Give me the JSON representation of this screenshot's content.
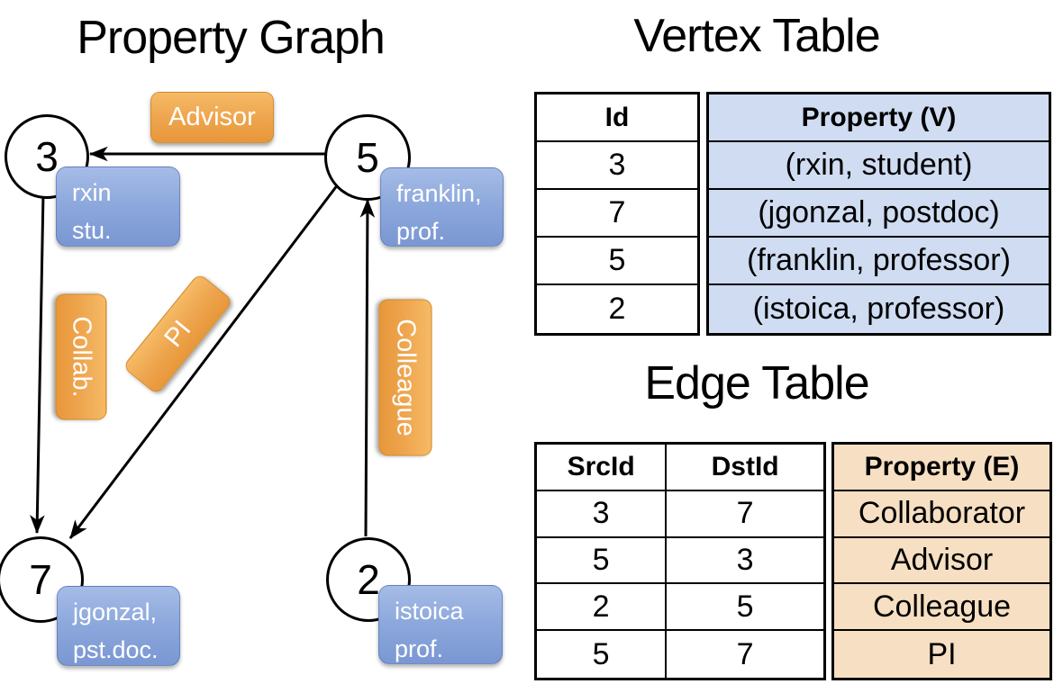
{
  "colors": {
    "edge_label_orange": "#eda44c",
    "vertex_property_blue": "#8ba7db",
    "vertex_table_fill": "#cfdcf1",
    "edge_table_fill": "#f6dfc2",
    "line_black": "#000000"
  },
  "graph": {
    "title": "Property Graph",
    "nodes": [
      {
        "id": "3",
        "property": "rxin\nstu."
      },
      {
        "id": "5",
        "property": "franklin,\nprof."
      },
      {
        "id": "7",
        "property": "jgonzal,\npst.doc."
      },
      {
        "id": "2",
        "property": "istoica\nprof."
      }
    ],
    "edge_labels": [
      {
        "text": "Advisor"
      },
      {
        "text": "Collab."
      },
      {
        "text": "PI"
      },
      {
        "text": "Colleague"
      }
    ]
  },
  "vertex_table": {
    "title": "Vertex Table",
    "headers": {
      "id": "Id",
      "property": "Property (V)"
    },
    "rows": [
      {
        "id": "3",
        "property": "(rxin, student)"
      },
      {
        "id": "7",
        "property": "(jgonzal, postdoc)"
      },
      {
        "id": "5",
        "property": "(franklin, professor)"
      },
      {
        "id": "2",
        "property": "(istoica, professor)"
      }
    ]
  },
  "edge_table": {
    "title": "Edge Table",
    "headers": {
      "src": "SrcId",
      "dst": "DstId",
      "property": "Property (E)"
    },
    "rows": [
      {
        "src": "3",
        "dst": "7",
        "property": "Collaborator"
      },
      {
        "src": "5",
        "dst": "3",
        "property": "Advisor"
      },
      {
        "src": "2",
        "dst": "5",
        "property": "Colleague"
      },
      {
        "src": "5",
        "dst": "7",
        "property": "PI"
      }
    ]
  }
}
